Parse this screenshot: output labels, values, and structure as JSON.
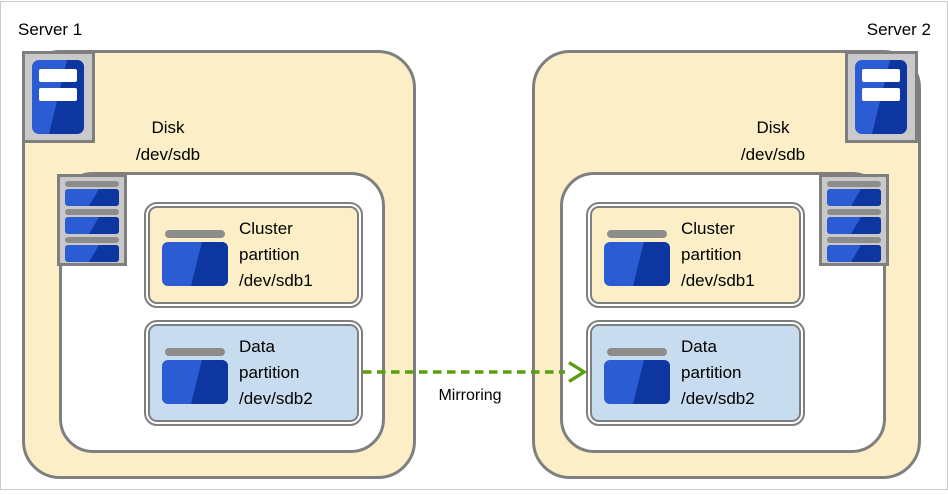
{
  "diagram_type": "disk-mirroring-architecture",
  "servers": [
    {
      "label": "Server 1",
      "disk": {
        "line1": "Disk",
        "line2": "/dev/sdb"
      },
      "partitions": [
        {
          "kind": "cluster-partition",
          "lines": [
            "Cluster",
            "partition",
            "/dev/sdb1"
          ]
        },
        {
          "kind": "data-partition",
          "lines": [
            "Data",
            "partition",
            "/dev/sdb2"
          ]
        }
      ]
    },
    {
      "label": "Server 2",
      "disk": {
        "line1": "Disk",
        "line2": "/dev/sdb"
      },
      "partitions": [
        {
          "kind": "cluster-partition",
          "lines": [
            "Cluster",
            "partition",
            "/dev/sdb1"
          ]
        },
        {
          "kind": "data-partition",
          "lines": [
            "Data",
            "partition",
            "/dev/sdb2"
          ]
        }
      ]
    }
  ],
  "arrow": {
    "label": "Mirroring",
    "direction": "left-to-right"
  },
  "icons": [
    "server-icon",
    "disk-stack-icon",
    "partition-icon",
    "mirroring-arrow-icon"
  ],
  "colors": {
    "server_box_fill": "#FCEFC7",
    "cluster_partition_fill": "#FCEFC7",
    "data_partition_fill": "#C8DCF0",
    "border_gray": "#7F7F7F",
    "icon_frame_gray": "#C9C9C9",
    "icon_blue": "#2B5CD4",
    "icon_blue_dark": "#0E36A0",
    "icon_bar_gray": "#8C8C8C",
    "arrow_green": "#5B9F10",
    "frame_border": "#C9C9C9",
    "text": "#000000"
  }
}
